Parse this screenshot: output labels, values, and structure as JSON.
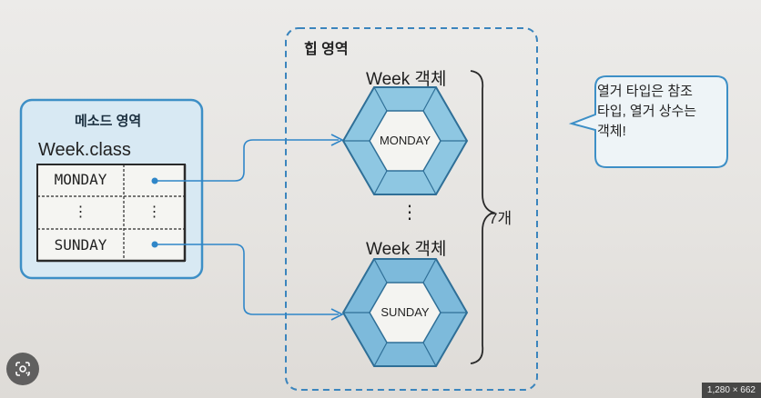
{
  "method_area": {
    "title": "메소드 영역",
    "class_name": "Week.class",
    "rows": [
      {
        "name": "MONDAY",
        "ref": ""
      },
      {
        "name": "⋮",
        "ref": "⋮"
      },
      {
        "name": "SUNDAY",
        "ref": ""
      }
    ]
  },
  "heap": {
    "title": "힙 영역",
    "objects": [
      {
        "title": "Week 객체",
        "label": "MONDAY"
      },
      {
        "title": "Week 객체",
        "label": "SUNDAY"
      }
    ],
    "ellipsis": "⋮",
    "count_label": "7개"
  },
  "callout": {
    "lines": [
      "열거 타입은 참조",
      "타입, 열거 상수는",
      "객체!"
    ]
  },
  "overlay": {
    "size_badge": "1,280 × 662"
  },
  "icons": {
    "lens": "google-lens-icon"
  },
  "colors": {
    "method_border": "#3d8fc6",
    "method_fill": "#d7e8f2",
    "heap_border": "#3b85bd",
    "arrow": "#2f86c8",
    "hex_outer": "#7bbcdc",
    "hex_stroke": "#2f6f97"
  }
}
